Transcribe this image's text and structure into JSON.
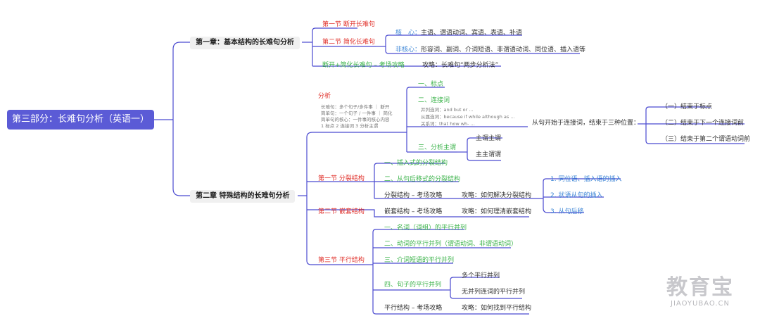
{
  "root": "第三部分：长难句分析（英语一）",
  "chapter1": {
    "title": "第一章：基本结构的长难句分析",
    "sec1": "第一节 断开长难句",
    "sec2": "第二节 简化长难句",
    "core": "核　心：主语、谓语动词、宾语、表语、补语",
    "noncore": "非核心：形容词、副词、介词短语、非谓语动词、同位语、插入语等",
    "exam": "断开+简化长难句 – 考场攻略",
    "tactic": "攻略：长难句“两步分析法”"
  },
  "chapter2": {
    "title": "第二章  特殊结构的长难句分析",
    "analysis": {
      "label": "分析",
      "notes": [
        "长难句：多个句子/多件事 ｜ 断开",
        "简单句：一个句子 / 一件事 ｜ 简化",
        "简单句的核心：一件事的核心内容",
        "1 标点 2 连接词 3 分析主谓"
      ],
      "p1": "一、标点",
      "p2": "二、连接词",
      "p2_notes": [
        "并列连词：and but or ...",
        "从属连词：because if while although as ...",
        "关系词：that how wh- ..."
      ],
      "p3": "三、分析主谓",
      "p3_a": "主谓主谓",
      "p3_b": "主主谓谓",
      "clause_start": "从句开始于连接词，结束于三种位置：",
      "end1": "（一）结束于标点",
      "end2": "（二）结束于下一个连接词前",
      "end3": "（三）结束于第二个谓语动词前"
    },
    "s1": {
      "label": "第一节 分裂结构",
      "i1": "一、插入式的分裂结构",
      "i2": "二、从句后移式的分裂结构",
      "exam": "分裂结构 – 考场攻略",
      "tactic": "攻略：如何解决分裂结构",
      "t1": "1. 同位语、插入语的插入",
      "t2": "2. 状语从句的插入",
      "t3": "3. 从句后移"
    },
    "s2": {
      "label": "第二节 嵌套结构",
      "exam": "嵌套结构 – 考场攻略",
      "tactic": "攻略：如何理清嵌套结构"
    },
    "s3": {
      "label": "第三节 平行结构",
      "i1": "一、名词（词组）的平行并列",
      "i2": "二、动词的平行并列（谓语动词、非谓语动词）",
      "i3": "三、介词短语的平行并列",
      "i4": "四、句子的平行并列",
      "i4a": "多个平行并列",
      "i4b": "无并列连词的平行并列",
      "exam": "平行结构 – 考场攻略",
      "tactic": "攻略：如何找到平行结构"
    }
  },
  "watermark": {
    "logo": "教育宝",
    "site": "JIAOYUBAO.CN"
  },
  "colors": {
    "root_bg": "#5b5bd6",
    "line": "#4a4ad0",
    "red": "#e0302a",
    "green": "#3bb34a",
    "blue": "#3d86d6"
  }
}
